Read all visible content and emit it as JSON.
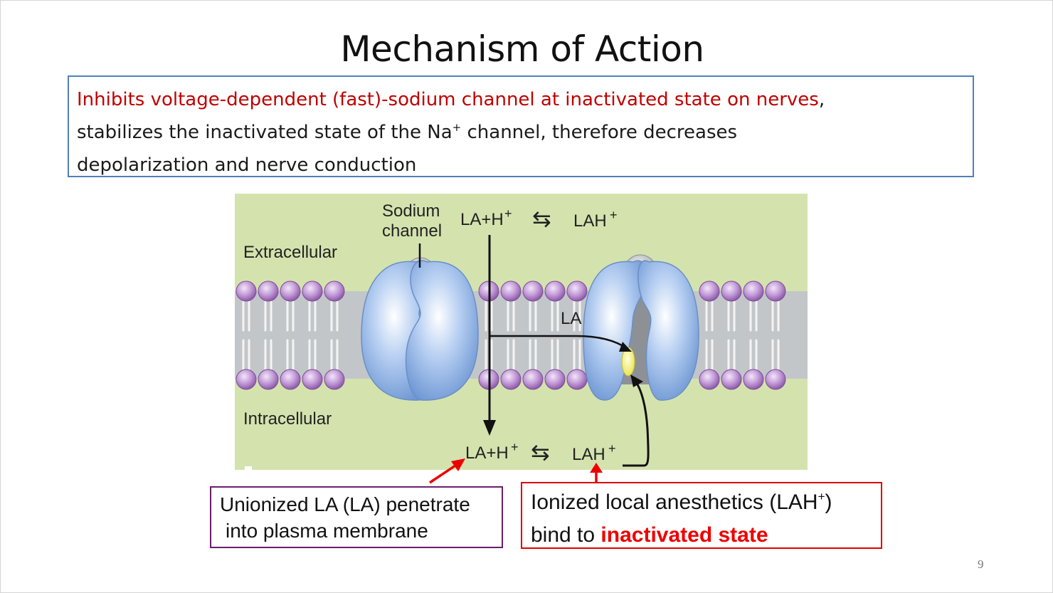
{
  "slide": {
    "title": "Mechanism of Action",
    "page_number": "9"
  },
  "textbox": {
    "highlight": "Inhibits voltage-dependent (fast)-sodium channel at inactivated state on nerves",
    "comma": ",",
    "line2_pre": "stabilizes the inactivated state of the Na",
    "line2_sup": "+",
    "line2_post": " channel, therefore decreases",
    "line3": "depolarization and nerve conduction"
  },
  "diagram": {
    "label_sodium_1": "Sodium",
    "label_sodium_2": "channel",
    "label_extracellular": "Extracellular",
    "label_intracellular": "Intracellular",
    "top_eq_left": "LA+H",
    "top_eq_right": "LAH",
    "bottom_eq_left": "LA+H",
    "bottom_eq_right": "LAH",
    "plus": "+",
    "equilibrium_arrow": "⇆",
    "label_la": "LA"
  },
  "callouts": {
    "left_line1": "Unionized LA (LA) penetrate",
    "left_line2": "into plasma membrane",
    "right_line1_pre": "Ionized local anesthetics (LAH",
    "right_line1_sup": "+",
    "right_line1_post": ")",
    "right_line2_pre": "bind to ",
    "right_line2_bold": "inactivated state"
  },
  "colors": {
    "diagram_bg": "#d4e3ae",
    "membrane_core": "#c2c6c9",
    "lipid_head": "#b88ad0",
    "channel_blue": "#a9c6ee",
    "highlight_red": "#c00000",
    "callout_red": "#ee0000"
  }
}
